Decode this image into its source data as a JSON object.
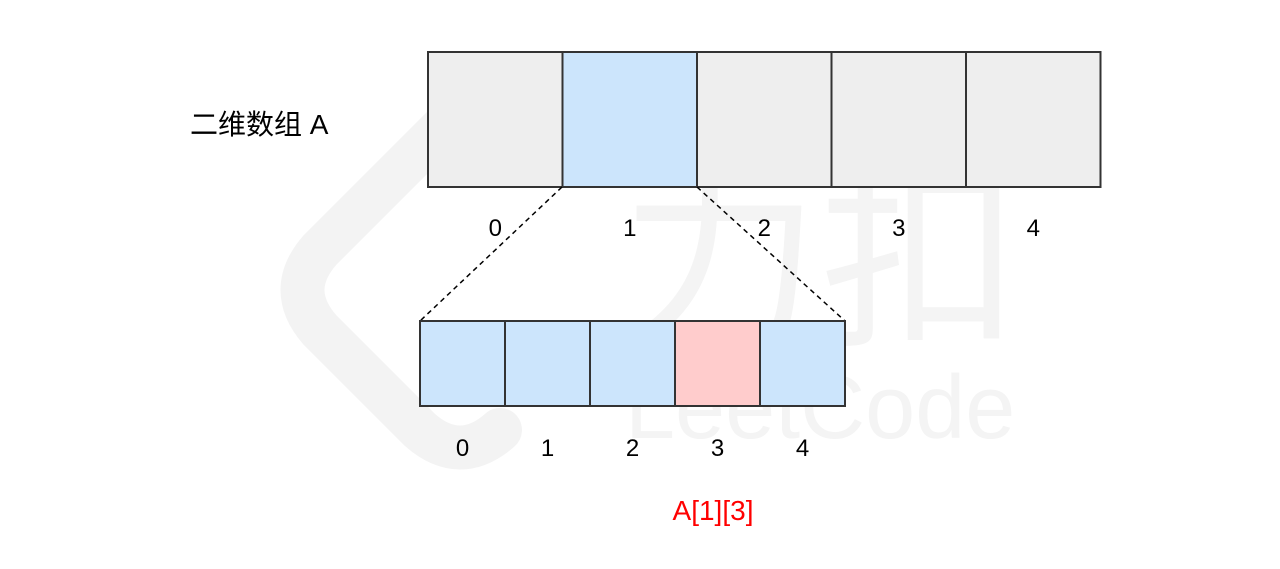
{
  "title": "二维数组 A",
  "outer_array": {
    "cells": [
      {
        "index": "0",
        "highlight": false
      },
      {
        "index": "1",
        "highlight": true
      },
      {
        "index": "2",
        "highlight": false
      },
      {
        "index": "3",
        "highlight": false
      },
      {
        "index": "4",
        "highlight": false
      }
    ]
  },
  "inner_array": {
    "cells": [
      {
        "index": "0",
        "highlight": false
      },
      {
        "index": "1",
        "highlight": false
      },
      {
        "index": "2",
        "highlight": false
      },
      {
        "index": "3",
        "highlight": true
      },
      {
        "index": "4",
        "highlight": false
      }
    ]
  },
  "element_label": "A[1][3]",
  "watermark": {
    "text_cn": "力扣",
    "text_en": "LeetCode"
  },
  "colors": {
    "outer_cell": "#eeeeee",
    "outer_highlight": "#cce5fc",
    "inner_cell": "#cce5fc",
    "inner_highlight": "#ffcccc",
    "border": "#333333",
    "element_label": "#ff0000",
    "watermark": "#f2f2f2"
  }
}
